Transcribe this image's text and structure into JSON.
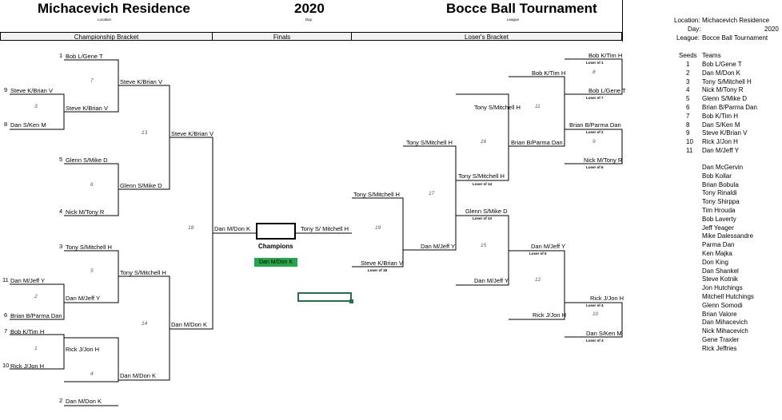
{
  "header": {
    "location": "Michacevich Residence",
    "location_caption": "Location",
    "year": "2020",
    "day_caption": "Day",
    "event": "Bocce Ball Tournament",
    "league_caption": "League"
  },
  "sections": {
    "championship": "Championship Bracket",
    "finals": "Finals",
    "losers": "Loser's Bracket"
  },
  "info": {
    "location_label": "Location:",
    "location_value": "Michacevich Residence",
    "day_label": "Day:",
    "day_value": "2020",
    "league_label": "League:",
    "league_value": "Bocce Ball Tournament"
  },
  "seeds_panel": {
    "seeds_header": "Seeds",
    "teams_header": "Teams",
    "seeds": [
      "1",
      "2",
      "3",
      "4",
      "5",
      "6",
      "7",
      "8",
      "9",
      "10",
      "11"
    ],
    "teams": [
      "Bob L/Gene T",
      "Dan M/Don K",
      "Tony S/Mitchell H",
      "Nick M/Tony R",
      "Glenn S/Mike D",
      "Brian B/Parma Dan",
      "Bob K/Tim H",
      "Dan S/Ken M",
      "Steve K/Brian V",
      "Rick J/Jon H",
      "Dan M/Jeff Y"
    ]
  },
  "players": [
    "Dan McGervin",
    "Bob Kollar",
    "Brian Bobula",
    "Tony Rinaldi",
    "Tony Shirppa",
    "Tim Hrouda",
    "Bob Laverty",
    "Jeff Yeager",
    "Mike Dalessandre",
    "Parma Dan",
    "Ken Majka",
    "Don King",
    "Dan Shankel",
    "Steve Kotnik",
    "Jon Hutchings",
    "Mitchell Hutchings",
    "Glenn Somodi",
    "Brian Valore",
    "Dan Mihacevich",
    "Nick Mihacevich",
    "Gene Traxler",
    "Rick Jeffries"
  ],
  "bracket": {
    "seed_labels": {
      "s1": "1",
      "s9": "9",
      "s8": "8",
      "s5": "5",
      "s4": "4",
      "s3": "3",
      "s11": "11",
      "s6": "6",
      "s7": "7",
      "s10": "10",
      "s2": "2"
    },
    "teams": {
      "s1": "Bob L/Gene T",
      "s9": "Steve K/Brian V",
      "s8": "Dan S/Ken M",
      "s5": "Glenn S/Mike D",
      "s4": "Nick M/Tony R",
      "s3": "Tony S/Mitchell H",
      "s11": "Dan M/Jeff Y",
      "s6": "Brian B/Parma Dan",
      "s7": "Bob K/Tim H",
      "s10": "Rick J/Jon H",
      "s2": "Dan M/Don K",
      "g3w": "Steve K/Brian V",
      "g2w": "Dan M/Jeff Y",
      "g1w": "Rick J/Jon H",
      "g7w": "Steve K/Brian V",
      "g6w": "Glenn S/Mike D",
      "g5w": "Tony S/Mitchell H",
      "g4w": "Dan M/Don K",
      "g13w": "Steve K/Brian V",
      "g14w": "Dan M/Don K",
      "g18w": "Dan M/Don K",
      "champion": "Dan M/Don K",
      "finals_right": "Tony S/ Mitchell H",
      "g19a": "Tony S/Mitchell H",
      "g19b": "Steve K/Brian V",
      "g17a": "Tony S/Mitchell H",
      "g17b": "Dan M/Jeff Y",
      "g16a": "Tony S/Mitchell H",
      "g16b": "Tony S/Mitchell H",
      "g15a": "Glenn S/Mike D",
      "g15b": "Dan M/Jeff Y",
      "g11a": "Bob K/Tim H",
      "g11b": "Brian B/Parma Dan",
      "g12a": "Dan M/Jeff Y",
      "g12b": "Rick J/Jon H",
      "g8a": "Bob K/Tim H",
      "g8b": "Bob L/Gene T",
      "g9a": "Brian B/Parma Dan",
      "g9b": "Nick M/Tony R",
      "g10a": "Rick J/Jon H",
      "g10b": "Dan S/Ken M",
      "r1": "Dan M/Jeff Y"
    },
    "game_numbers": {
      "g3": "3",
      "g2": "2",
      "g1": "1",
      "g7": "7",
      "g6": "6",
      "g5": "5",
      "g4": "4",
      "g13": "13",
      "g14": "14",
      "g18": "18",
      "g19": "19",
      "g17": "17",
      "g16": "16",
      "g15": "15",
      "g11": "11",
      "g12": "12",
      "g8": "8",
      "g9": "9",
      "g10": "10"
    },
    "loser_refs": {
      "lof1": "Loser of 1",
      "lof7": "Loser of 7",
      "lof2": "Loser of 2",
      "lof6": "Loser of 6",
      "lof14": "Loser of 14",
      "lof13": "Loser of 13",
      "lof5": "Loser of 5",
      "lof4": "Loser of 4",
      "lof3": "Loser of 3",
      "lof18": "Loser of 18"
    },
    "champions_label": "Champions"
  }
}
